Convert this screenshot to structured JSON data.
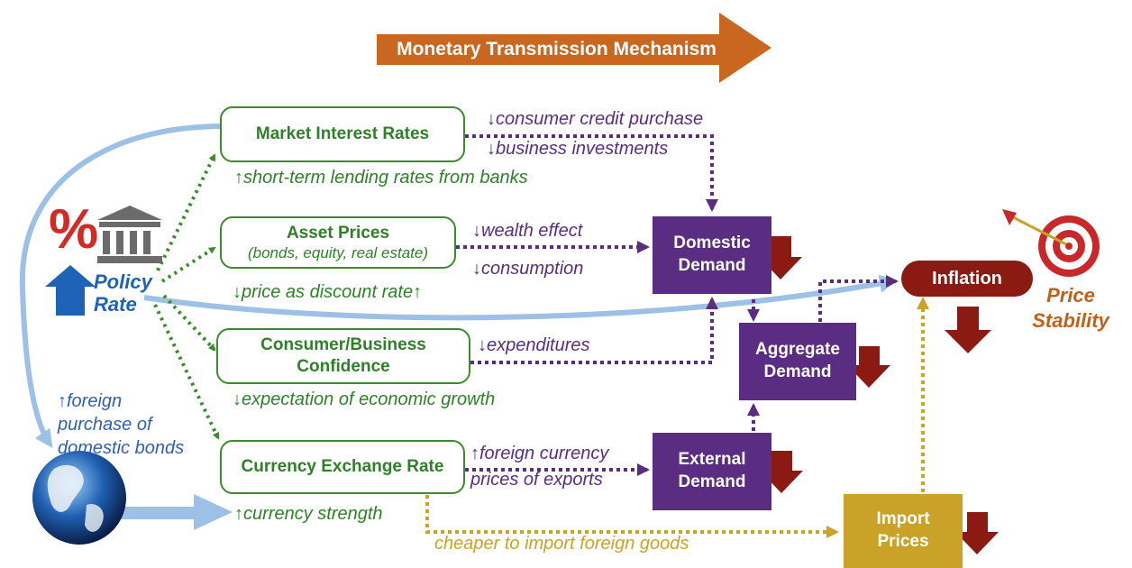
{
  "title": "Monetary Transmission Mechanism",
  "policy": {
    "line1": "Policy",
    "line2": "Rate",
    "percent_symbol": "%"
  },
  "channels": {
    "market_interest": "Market Interest Rates",
    "asset_prices": "Asset Prices",
    "asset_prices_sub": "(bonds, equity, real estate)",
    "confidence_line1": "Consumer/Business",
    "confidence_line2": "Confidence",
    "exchange_rate": "Currency Exchange Rate"
  },
  "demand": {
    "domestic_line1": "Domestic",
    "domestic_line2": "Demand",
    "aggregate_line1": "Aggregate",
    "aggregate_line2": "Demand",
    "external_line1": "External",
    "external_line2": "Demand",
    "import_line1": "Import",
    "import_line2": "Prices",
    "inflation": "Inflation"
  },
  "labels": {
    "consumer_credit": "↓consumer credit purchase",
    "business_investments": "↓business investments",
    "short_term_lending": "↑short-term lending rates from banks",
    "wealth_effect": "↓wealth effect",
    "consumption": "↓consumption",
    "discount_rate": "↓price as discount rate↑",
    "expenditures": "↓expenditures",
    "growth_expectation": "↓expectation of economic growth",
    "foreign_currency": "↑foreign currency",
    "export_prices": "prices of exports",
    "currency_strength": "↑currency strength",
    "cheaper_imports": "cheaper to import foreign goods",
    "foreign_purchase_line1": "↑foreign",
    "foreign_purchase_line2": "purchase of",
    "foreign_purchase_line3": "domestic bonds"
  },
  "goal": {
    "line1": "Price",
    "line2": "Stability"
  },
  "icons": [
    "bank-icon",
    "up-arrow-icon",
    "globe-icon",
    "target-icon",
    "down-arrow-icon"
  ],
  "colors": {
    "banner": "#c9661f",
    "green": "#3d8b2e",
    "purple": "#5a2d82",
    "gold": "#c9a227",
    "dark_red": "#8b1a12",
    "policy_blue": "#1e63b8",
    "light_blue": "#9dc0e6"
  }
}
